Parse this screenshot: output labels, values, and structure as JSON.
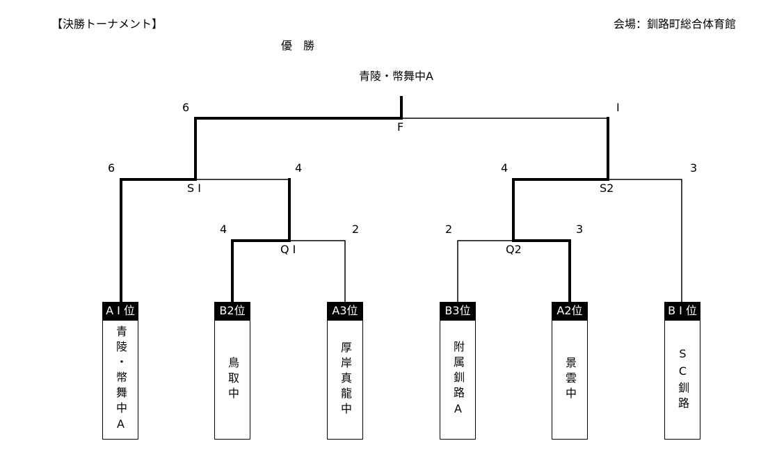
{
  "title": "【決勝トーナメント】",
  "venue": "会場：釧路町総合体育館",
  "champion_heading": "優　勝",
  "champion": "青陵・幣舞中A",
  "matches": {
    "final": {
      "label": "F",
      "left_score": "6",
      "right_score": "I"
    },
    "semi1": {
      "label": "S I",
      "left_score": "6",
      "right_score": "4"
    },
    "semi2": {
      "label": "S2",
      "left_score": "4",
      "right_score": "3"
    },
    "quarter1": {
      "label": "Q I",
      "left_score": "4",
      "right_score": "2"
    },
    "quarter2": {
      "label": "Q2",
      "left_score": "2",
      "right_score": "3"
    }
  },
  "slots": [
    {
      "seed": "A I 位",
      "team": "青陵・幣舞中A"
    },
    {
      "seed": "B2位",
      "team": "鳥取中"
    },
    {
      "seed": "A3位",
      "team": "厚岸真龍中"
    },
    {
      "seed": "B3位",
      "team": "附属釧路A"
    },
    {
      "seed": "A2位",
      "team": "景雲中"
    },
    {
      "seed": "B I 位",
      "team": "SC釧路"
    }
  ]
}
